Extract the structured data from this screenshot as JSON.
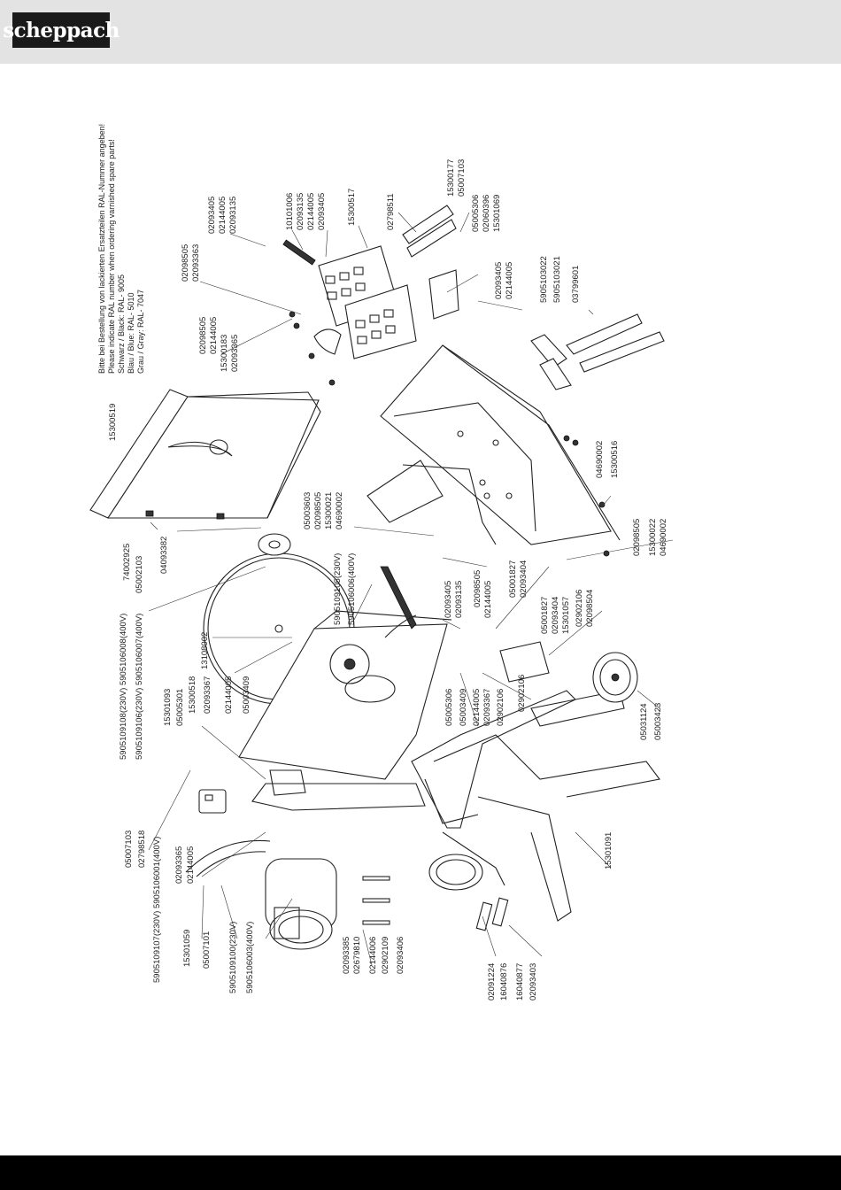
{
  "brand": {
    "logo_text": "scheppach"
  },
  "notes": [
    "Bitte bei Bestellung von lackierten Ersatzteilen RAL-Nummer angeben!",
    "Please indicate RAL number when ordering varnished spare parts!",
    "Schwarz / Black:  RAL- 9005",
    "Blau / Blue:       RAL- 5010",
    "Grau / Gray:      RAL- 7047"
  ],
  "labels": [
    "02093405",
    "02144005",
    "02093135",
    "02098505",
    "02093363",
    "10101006",
    "02093135",
    "02144005",
    "02093405",
    "15300517",
    "02798511",
    "15300177",
    "05007103",
    "05005306",
    "02060396",
    "15301069",
    "02093405",
    "02144005",
    "5905103022",
    "5905103021",
    "03799601",
    "02098505",
    "02144005",
    "15300183",
    "02093365",
    "15300519",
    "04690002",
    "15300516",
    "05003603",
    "02098505",
    "15300021",
    "04690002",
    "02098505",
    "15300022",
    "04690002",
    "74002925",
    "05002103",
    "04093382",
    "5905109108(230V) 5905106008(400V)",
    "5905109106(230V) 5905106007(400V)",
    "13108002",
    "5905109105(230V)",
    "5905106006(400V)",
    "02093405",
    "02093135",
    "02098505",
    "02144005",
    "05001827",
    "02093404",
    "05001827",
    "02093404",
    "15301057",
    "02902106",
    "02098504",
    "15301093",
    "05005301",
    "15300518",
    "02093367",
    "02144005",
    "05003409",
    "05005306",
    "05003409",
    "02144005",
    "02093367",
    "02902106",
    "02902106",
    "05031124",
    "05003423",
    "05007103",
    "02798518",
    "02093365",
    "02144005",
    "5905109107(230V) 5905106001(400V)",
    "15301059",
    "05007101",
    "5905109100(230V)",
    "5905106003(400V)",
    "02093385",
    "02679810",
    "02144006",
    "02902109",
    "02093406",
    "15301091",
    "02091224",
    "16040876",
    "16040877",
    "02093403"
  ]
}
